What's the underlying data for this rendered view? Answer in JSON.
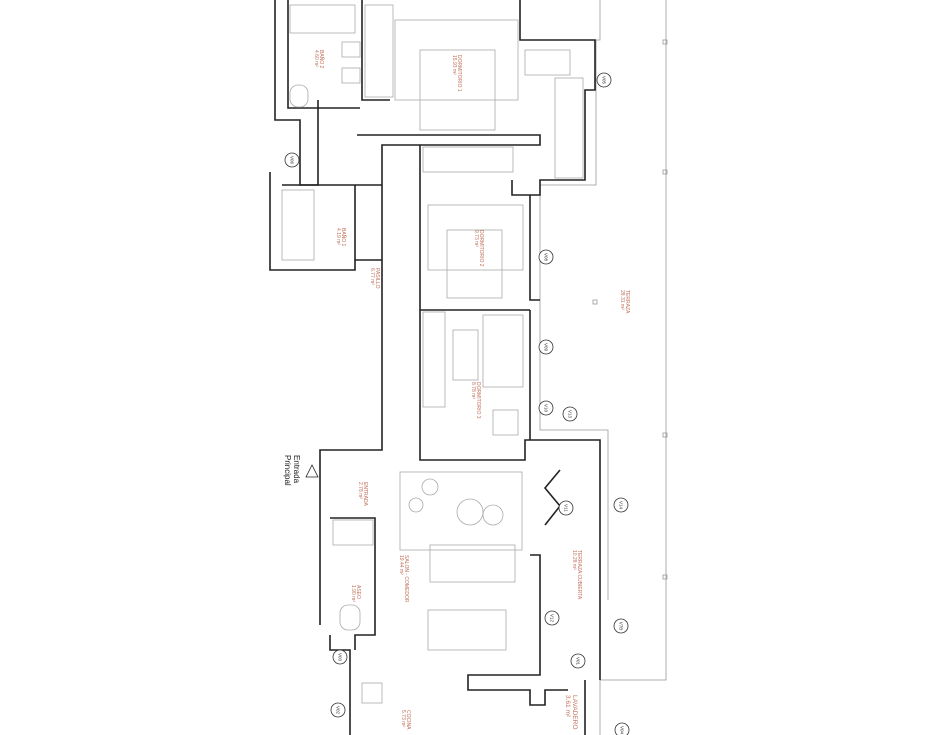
{
  "entrance": {
    "label_line1": "Entrada",
    "label_line2": "Principal"
  },
  "rooms": [
    {
      "name": "BAÑO 2",
      "area": "4.60 m²"
    },
    {
      "name": "DORMITORIO 1",
      "area": "15.93 m²"
    },
    {
      "name": "BAÑO 1",
      "area": "4.19 m²"
    },
    {
      "name": "PASILLO",
      "area": "6.77 m²"
    },
    {
      "name": "DORMITORIO 2",
      "area": "9.73 m²"
    },
    {
      "name": "DORMITORIO 3",
      "area": "8.78 m²"
    },
    {
      "name": "TERRAZA",
      "area": "28.31 m²"
    },
    {
      "name": "ENTRADA",
      "area": "2.78 m²"
    },
    {
      "name": "SALON - COMEDOR",
      "area": "19.44 m²"
    },
    {
      "name": "TERRAZA CUBIERTA",
      "area": "10.28 m²"
    },
    {
      "name": "ASEO",
      "area": "1.90 m²"
    },
    {
      "name": "COCINA",
      "area": "5.73 m²"
    },
    {
      "name": "LAVADERO",
      "area": "3.61 m²"
    }
  ],
  "window_tags": [
    "V05",
    "V06",
    "V08",
    "V09",
    "V10",
    "V13",
    "V11",
    "V14",
    "V12",
    "V7B",
    "V01",
    "V03",
    "V02",
    "V04"
  ],
  "colors": {
    "label": "#c0705a",
    "wall": "#222222"
  }
}
